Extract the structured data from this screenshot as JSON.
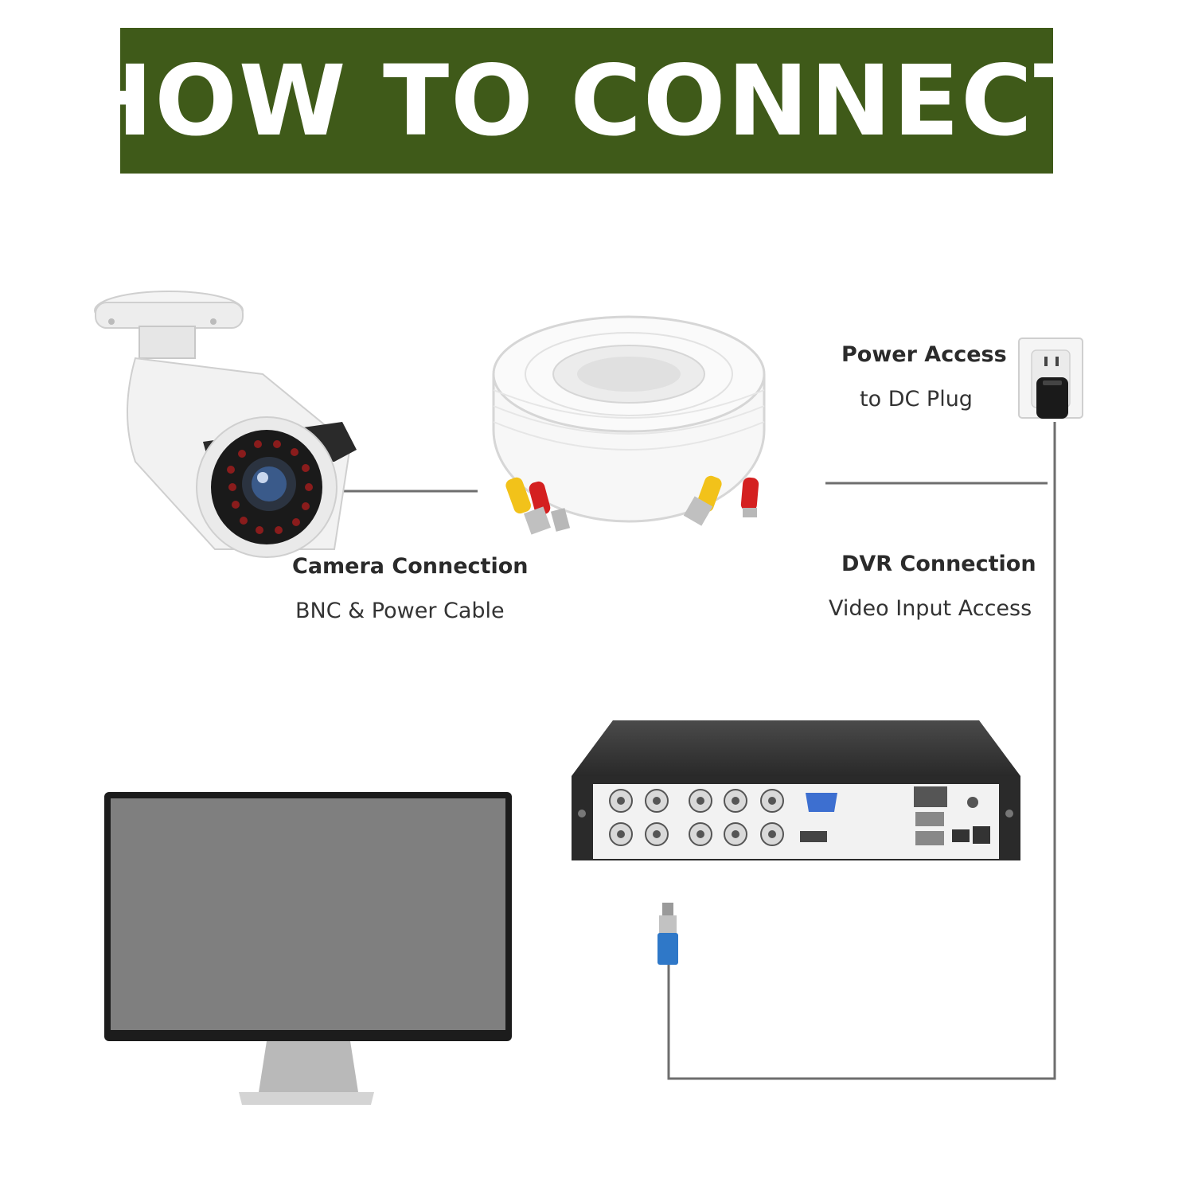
{
  "header": {
    "title": "HOW TO CONNECT"
  },
  "power": {
    "title": "Power Access",
    "subtitle": "to DC Plug"
  },
  "camera": {
    "title": "Camera Connection",
    "subtitle": "BNC & Power Cable"
  },
  "dvr": {
    "title": "DVR Connection",
    "subtitle": "Video Input Access"
  },
  "colors": {
    "banner": "#3f5a19",
    "lines": "#6e6e6e",
    "monitor_screen": "#7f7f7f",
    "dvr_body": "#2c2c2c"
  },
  "icons": [
    "bullet-camera-icon",
    "cable-coil-icon",
    "wall-outlet-icon",
    "dvr-recorder-icon",
    "monitor-icon",
    "bnc-connector-icon"
  ]
}
